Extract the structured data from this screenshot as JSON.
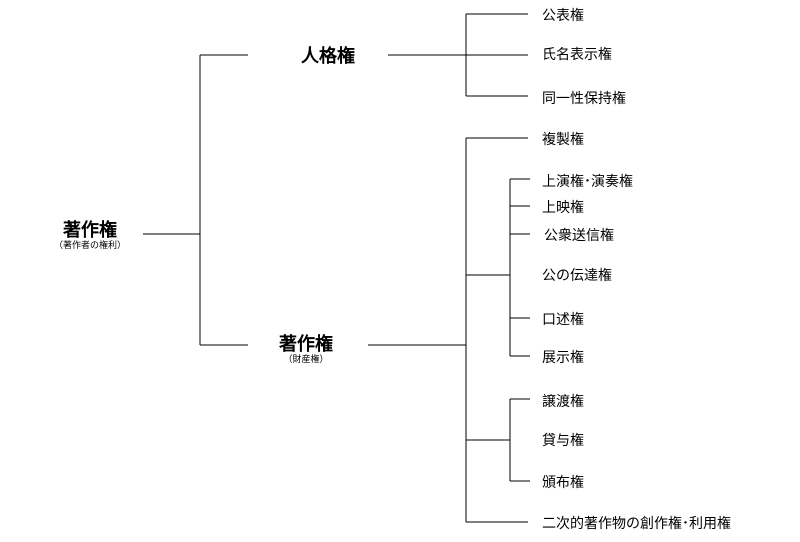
{
  "root": {
    "title": "著作権",
    "subtitle": "（著作者の権利）"
  },
  "moral_rights": {
    "title": "人格権",
    "items": [
      "公表権",
      "氏名表示権",
      "同一性保持権"
    ]
  },
  "economic_rights": {
    "title": "著作権",
    "subtitle": "（財産権）",
    "item_reproduction": "複製権",
    "group_presentation": [
      "上演権･演奏権",
      "上映権",
      "公衆送信権",
      "公の伝達権",
      "口述権",
      "展示権"
    ],
    "group_distribution": [
      "譲渡権",
      "貸与権",
      "頒布権"
    ],
    "item_derivative": "二次的著作物の創作権･利用権"
  }
}
